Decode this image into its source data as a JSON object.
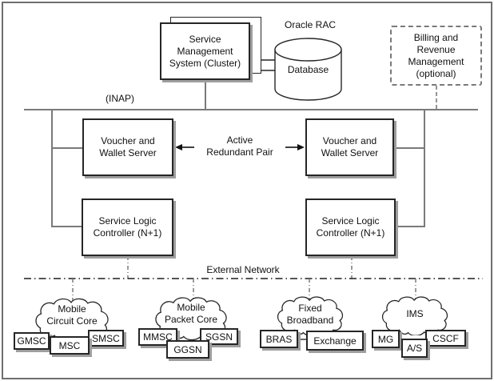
{
  "colors": {
    "line_gray": "#7a7a7a",
    "box_border": "#262626",
    "shadow": "#9e9e9e",
    "frame_border": "#6f6f6f",
    "background": "#ffffff",
    "text": "#111111"
  },
  "top": {
    "sms_label": "Service\nManagement\nSystem (Cluster)",
    "oracle_rac_label": "Oracle RAC",
    "database_label": "Database",
    "billing_label": "Billing and\nRevenue\nManagement\n(optional)",
    "inap_label": "(INAP)"
  },
  "middle": {
    "vws_left_label": "Voucher and\nWallet Server",
    "vws_right_label": "Voucher and\nWallet Server",
    "active_pair_label": "Active\nRedundant Pair",
    "slc_left_label": "Service Logic\nController (N+1)",
    "slc_right_label": "Service Logic\nController (N+1)"
  },
  "external": {
    "label": "External Network",
    "clouds": [
      {
        "name": "mobile-circuit-core",
        "label": "Mobile\nCircuit Core"
      },
      {
        "name": "mobile-packet-core",
        "label": "Mobile\nPacket Core"
      },
      {
        "name": "fixed-broadband",
        "label": "Fixed\nBroadband"
      },
      {
        "name": "ims",
        "label": "IMS"
      }
    ],
    "edge_boxes": [
      {
        "label": "GMSC"
      },
      {
        "label": "MSC"
      },
      {
        "label": "SMSC"
      },
      {
        "label": "MMSC"
      },
      {
        "label": "GGSN"
      },
      {
        "label": "SGSN"
      },
      {
        "label": "BRAS"
      },
      {
        "label": "Exchange"
      },
      {
        "label": "MG"
      },
      {
        "label": "A/S"
      },
      {
        "label": "CSCF"
      }
    ]
  }
}
